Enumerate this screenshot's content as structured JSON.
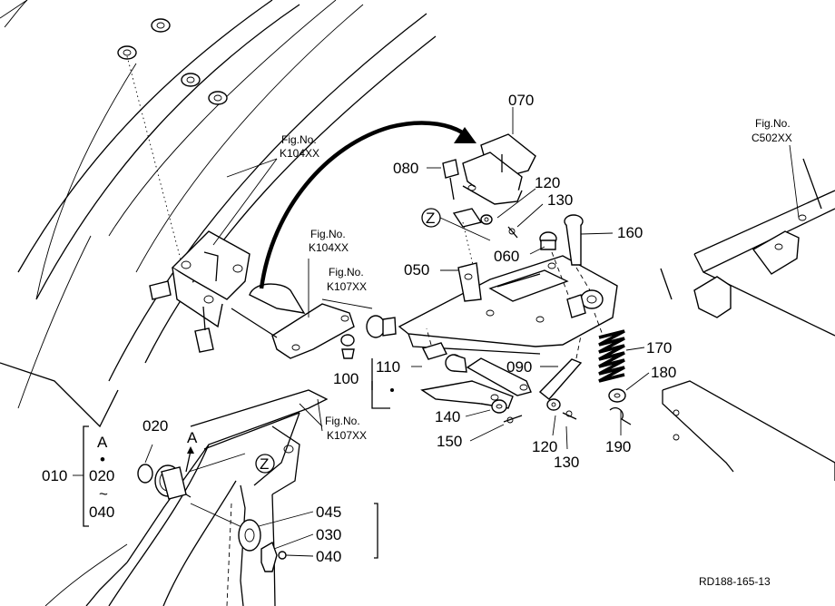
{
  "labels": {
    "p070": "070",
    "p080": "080",
    "p120a": "120",
    "p130a": "130",
    "p160": "160",
    "p060": "060",
    "p050": "050",
    "p170": "170",
    "p180": "180",
    "p110": "110",
    "p090": "090",
    "p100": "100",
    "p140": "140",
    "p150": "150",
    "p120b": "120",
    "p130b": "130",
    "p190": "190",
    "p020": "020",
    "p045": "045",
    "p030": "030",
    "p040": "040",
    "p010": "010",
    "group_a_top": "A",
    "group_a_bullet": "•",
    "group_020": "020",
    "group_tilde": "~",
    "group_040": "040",
    "arrow_a": "A",
    "z_top": "Z",
    "z_bottom": "Z"
  },
  "fig_refs": {
    "k104_top": [
      "Fig.No.",
      "K104XX"
    ],
    "k104_mid": [
      "Fig.No.",
      "K104XX"
    ],
    "k107_mid": [
      "Fig.No.",
      "K107XX"
    ],
    "k107_low": [
      "Fig.No.",
      "K107XX"
    ],
    "c502": [
      "Fig.No.",
      "C502XX"
    ]
  },
  "drawing_code": "RD188-165-13"
}
